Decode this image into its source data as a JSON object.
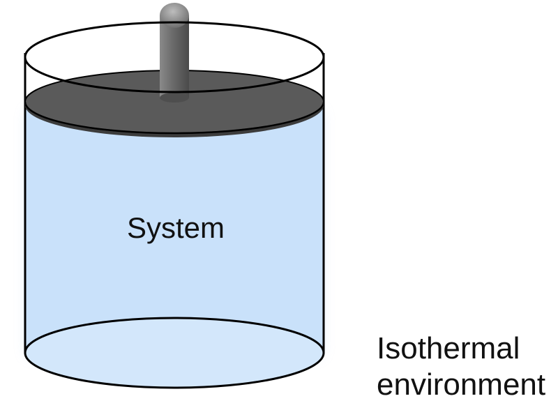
{
  "diagram": {
    "system_label": "System",
    "environment_label_line1": "Isothermal",
    "environment_label_line2": "environment"
  },
  "colors": {
    "gas_fill": "#c9e1fa",
    "gas_glow": "#8fb8e6",
    "piston_fill": "#5a5a5a",
    "piston_rim": "#3a3a3a",
    "rod_fill": "#6e6e6e",
    "outline": "#000000"
  }
}
